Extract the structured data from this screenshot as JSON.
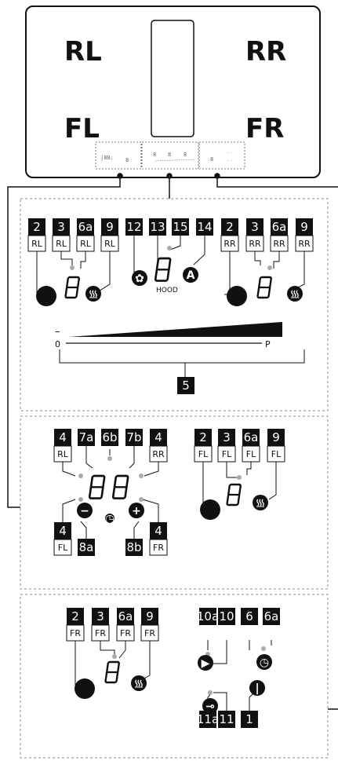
{
  "hob": {
    "zones": {
      "rl": "RL",
      "rr": "RR",
      "fl": "FL",
      "fr": "FR"
    }
  },
  "panel_top": {
    "rear_left": [
      {
        "num": "2",
        "zone": "RL"
      },
      {
        "num": "3",
        "zone": "RL"
      },
      {
        "num": "6a",
        "zone": "RL"
      },
      {
        "num": "9",
        "zone": "RL"
      }
    ],
    "hood": [
      {
        "num": "12"
      },
      {
        "num": "13"
      },
      {
        "num": "15"
      },
      {
        "num": "14"
      }
    ],
    "hood_label": "HOOD",
    "rear_right": [
      {
        "num": "2",
        "zone": "RR"
      },
      {
        "num": "3",
        "zone": "RR"
      },
      {
        "num": "6a",
        "zone": "RR"
      },
      {
        "num": "9",
        "zone": "RR"
      }
    ],
    "slider": {
      "minus": "–",
      "plus": "+",
      "min": "0",
      "max": "P",
      "callout": "5"
    }
  },
  "panel_mid": {
    "left_badges_top": [
      {
        "num": "4",
        "zone": "RL"
      },
      {
        "num": "7a"
      },
      {
        "num": "6b"
      },
      {
        "num": "7b"
      },
      {
        "num": "4",
        "zone": "RR"
      }
    ],
    "left_badges_bottom": [
      {
        "num": "4",
        "zone": "FL"
      },
      {
        "num": "8a"
      },
      {
        "num": "8b"
      },
      {
        "num": "4",
        "zone": "FR"
      }
    ],
    "front_left": [
      {
        "num": "2",
        "zone": "FL"
      },
      {
        "num": "3",
        "zone": "FL"
      },
      {
        "num": "6a",
        "zone": "FL"
      },
      {
        "num": "9",
        "zone": "FL"
      }
    ]
  },
  "panel_bot": {
    "front_right": [
      {
        "num": "2",
        "zone": "FR"
      },
      {
        "num": "3",
        "zone": "FR"
      },
      {
        "num": "6a",
        "zone": "FR"
      },
      {
        "num": "9",
        "zone": "FR"
      }
    ],
    "right_top": [
      {
        "num": "10a"
      },
      {
        "num": "10"
      },
      {
        "num": "6"
      },
      {
        "num": "6a"
      }
    ],
    "right_bottom": [
      {
        "num": "11a"
      },
      {
        "num": "11"
      },
      {
        "num": "1"
      }
    ]
  },
  "colors": {
    "ink": "#111111",
    "rule": "#888888"
  }
}
